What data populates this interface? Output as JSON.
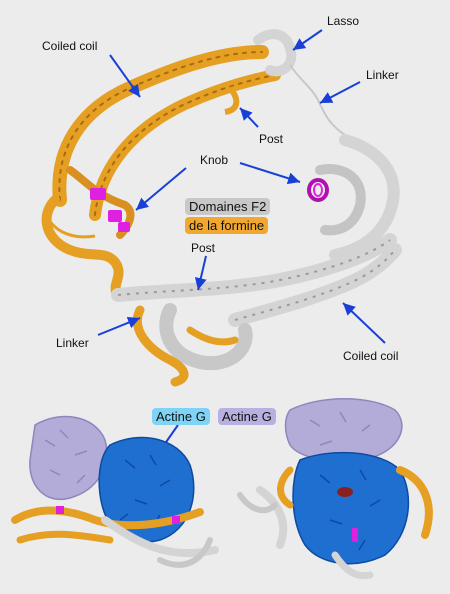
{
  "labels": {
    "lasso": "Lasso",
    "coiled_coil_top": "Coiled coil",
    "linker_right": "Linker",
    "post_top": "Post",
    "knob": "Knob",
    "post_bottom": "Post",
    "linker_left": "Linker",
    "coiled_coil_bottom": "Coiled coil"
  },
  "legend": {
    "line1": "Domaines F2",
    "line2": "de la formine",
    "line1_color": "#c8c8c8",
    "line2_color": "#f0a830"
  },
  "actin_labels": [
    {
      "text": "Actine G",
      "color": "#7fd3f5"
    },
    {
      "text": "Actine G",
      "color": "#b8b0e0"
    }
  ],
  "colors": {
    "background": "#ececec",
    "formin_orange": "#e5a023",
    "formin_gray": "#d4d4d4",
    "knob_magenta": "#e020e0",
    "actin_blue": "#1f6fd0",
    "actin_lavender": "#b3acd8",
    "arrow_blue": "#1a3fd8"
  }
}
